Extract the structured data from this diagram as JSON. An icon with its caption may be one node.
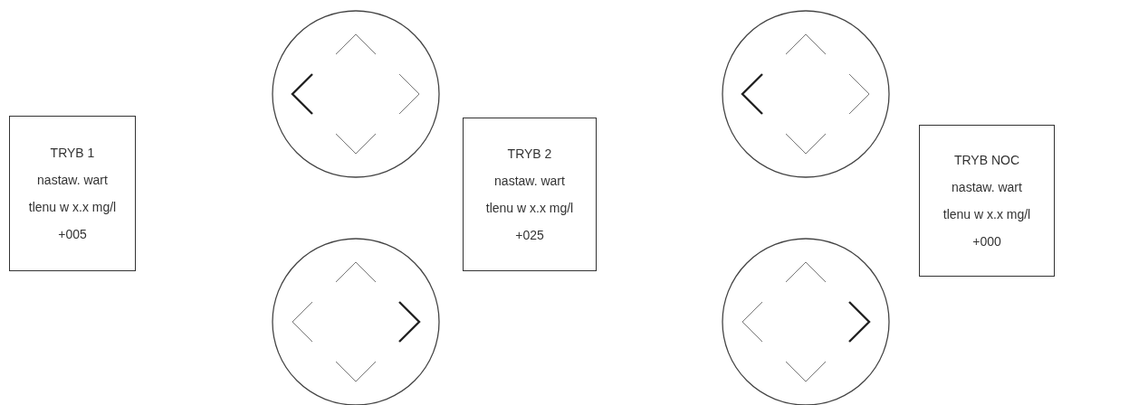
{
  "diagram": {
    "nodes": [
      {
        "text": [
          "TRYB 1",
          "nastaw. wart",
          "tlenu w x.x mg/l",
          "+005"
        ]
      },
      {
        "text": [
          "TRYB 2",
          "nastaw. wart",
          "tlenu w x.x mg/l",
          "+025"
        ]
      },
      {
        "text": [
          "TRYB NOC",
          "nastaw. wart",
          "tlenu w x.x mg/l",
          "+000"
        ]
      }
    ]
  }
}
